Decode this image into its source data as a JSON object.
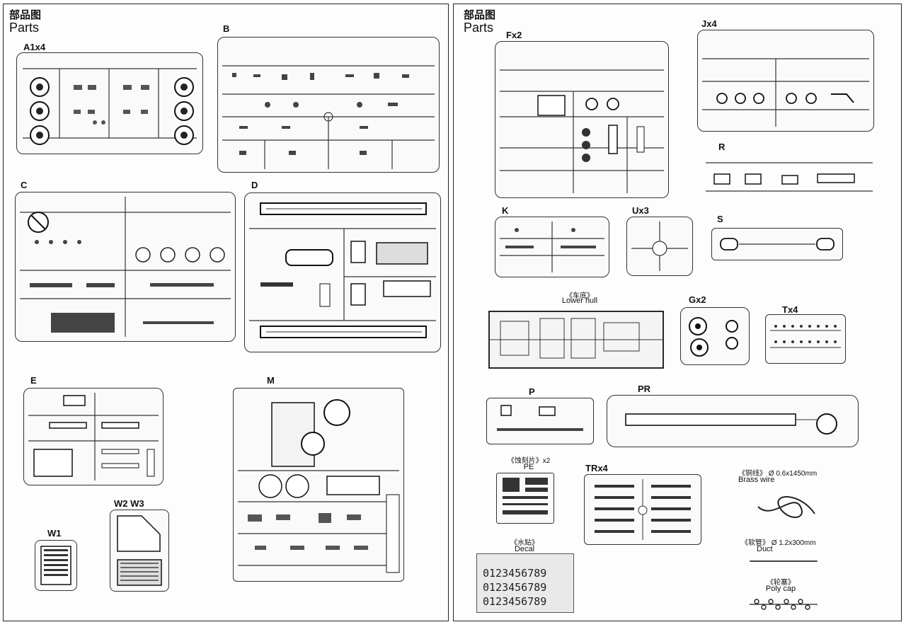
{
  "left_page": {
    "heading_cn": "部品图",
    "heading_en": "Parts",
    "sprues": {
      "A": "A1x4",
      "B": "B",
      "C": "C",
      "D": "D",
      "E": "E",
      "M": "M",
      "W1": "W1",
      "W23": "W2 W3"
    }
  },
  "right_page": {
    "heading_cn": "部品图",
    "heading_en": "Parts",
    "sprues": {
      "F": "Fx2",
      "J": "Jx4",
      "R": "R",
      "K": "K",
      "U": "Ux3",
      "S": "S",
      "G": "Gx2",
      "T": "Tx4",
      "P": "P",
      "PR": "PR",
      "TR": "TRx4"
    },
    "lower_hull": {
      "cn": "《车底》",
      "en": "Lower hull"
    },
    "pe": {
      "cn": "《蚀刻片》x2",
      "en": "PE"
    },
    "decal": {
      "cn": "《水贴》",
      "en": "Decal",
      "digits": "0123456789"
    },
    "brass_wire": {
      "cn": "《铜线》",
      "spec": "Ø 0.6x1450mm",
      "en": "Brass wire"
    },
    "duct": {
      "cn": "《软管》",
      "spec": "Ø 1.2x300mm",
      "en": "Duct"
    },
    "poly_cap": {
      "cn": "《轮塞》",
      "en": "Poly cap"
    }
  },
  "colors": {
    "ink": "#222222",
    "sprue_fill": "#fafafa",
    "decal_bg": "#e9e9e9"
  }
}
